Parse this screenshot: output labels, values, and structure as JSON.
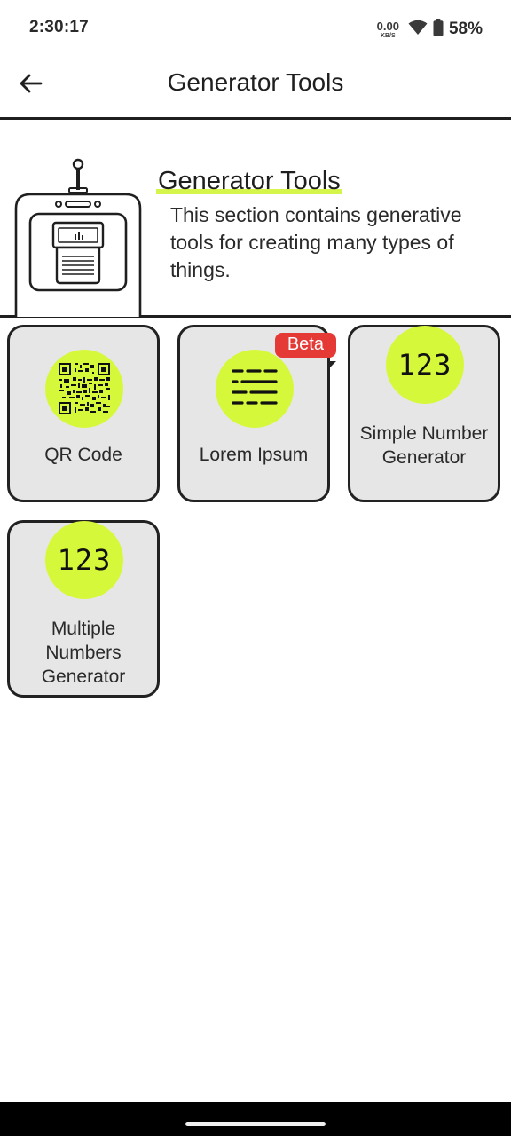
{
  "status_bar": {
    "time": "2:30:17",
    "net_speed_value": "0.00",
    "net_speed_unit": "KB/S",
    "battery": "58%",
    "icons": [
      "wifi-icon",
      "battery-icon"
    ]
  },
  "app_bar": {
    "title": "Generator Tools",
    "back_icon": "arrow-left-icon"
  },
  "header": {
    "title": "Generator Tools",
    "description": "This section contains generative tools for creating many types of things.",
    "illustration": "robot-device-icon"
  },
  "tools": [
    {
      "label": "QR Code",
      "icon": "qr-code-icon"
    },
    {
      "label": "Lorem Ipsum",
      "icon": "text-lines-icon",
      "badge": "Beta"
    },
    {
      "label": "Simple Number Generator",
      "icon": "numbers-icon",
      "glyph": "123"
    },
    {
      "label": "Multiple Numbers Generator",
      "icon": "numbers-icon",
      "glyph": "123"
    }
  ],
  "colors": {
    "accent": "#d6f83a",
    "card_bg": "#e6e6e6",
    "border": "#222222",
    "badge": "#e53935"
  }
}
